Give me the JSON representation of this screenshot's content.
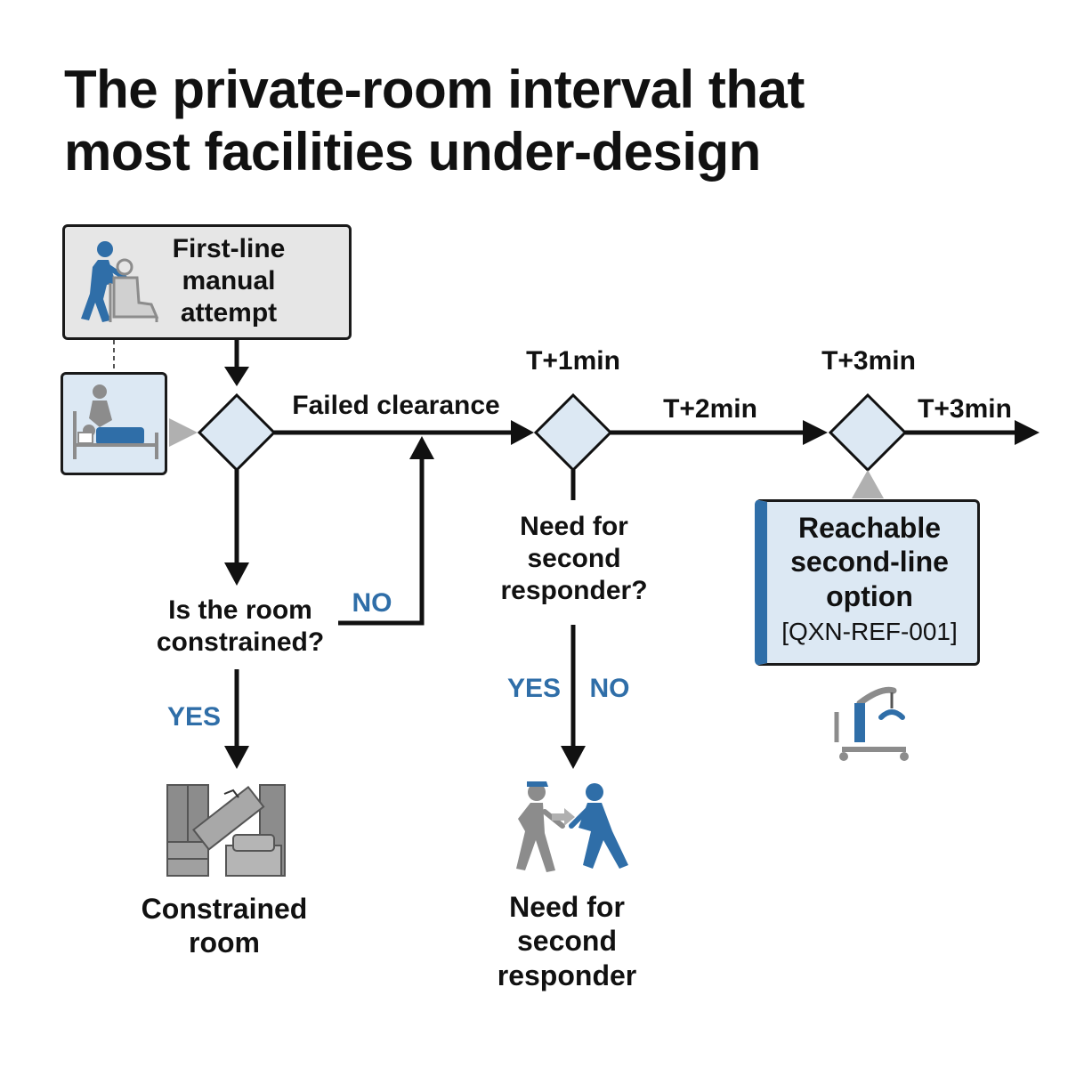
{
  "title": {
    "line1": "The private-room interval that",
    "line2": "most facilities under-design"
  },
  "nodes": {
    "first_line": {
      "line1": "First-line",
      "line2": "manual",
      "line3": "attempt"
    },
    "failed_clearance": "Failed clearance",
    "room_question": {
      "line1": "Is the room",
      "line2": "constrained?"
    },
    "second_question": {
      "line1": "Need for",
      "line2": "second",
      "line3": "responder?"
    },
    "constrained_room": {
      "line1": "Constrained",
      "line2": "room"
    },
    "need_second": {
      "line1": "Need for",
      "line2": "second",
      "line3": "responder"
    },
    "second_line": {
      "line1": "Reachable",
      "line2": "second-line",
      "line3": "option",
      "ref": "[QXN-REF-001]"
    }
  },
  "branches": {
    "no_1": "NO",
    "yes_1": "YES",
    "yes_2": "YES",
    "no_2": "NO"
  },
  "times": {
    "t1": "T+1min",
    "t2": "T+2min",
    "t3a": "T+3min",
    "t3b": "T+3min"
  },
  "icons": [
    "caregiver-assisting-chair-icon",
    "caregiver-at-bed-icon",
    "constrained-room-furniture-icon",
    "responder-handoff-icon",
    "patient-lift-icon"
  ],
  "colors": {
    "accent_blue": "#2f6ea8",
    "light_blue_fill": "#dce8f3",
    "gray_fill": "#e6e6e6",
    "icon_gray": "#8c8c8c"
  }
}
